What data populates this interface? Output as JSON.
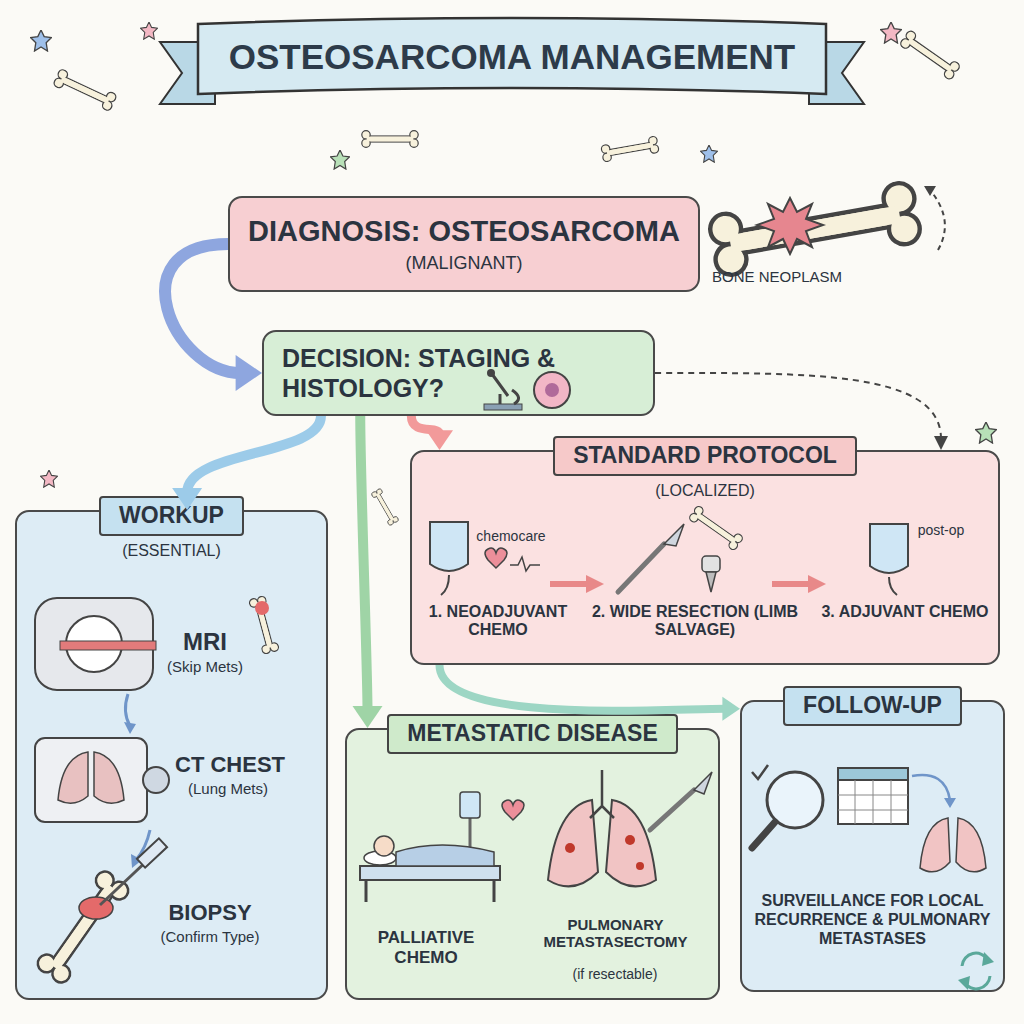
{
  "diagram": {
    "title": "OSTEOSARCOMA MANAGEMENT",
    "nodes": [
      {
        "text": [
          "DIAGNOSIS: OSTEOSARCOMA",
          "(MALIGNANT)"
        ]
      },
      {
        "text": [
          "DECISION: STAGING & HISTOLOGY?"
        ]
      },
      {
        "text": [
          "WORKUP",
          "(ESSENTIAL)"
        ]
      },
      {
        "text": [
          "STANDARD PROTOCOL",
          "(LOCALIZED)"
        ]
      },
      {
        "text": [
          "METASTATIC DISEASE"
        ]
      },
      {
        "text": [
          "FOLLOW-UP",
          "SURVEILLANCE FOR LOCAL RECURRENCE & PULMONARY METASTASES"
        ]
      }
    ],
    "edges": [
      {
        "from": 0,
        "to": 1,
        "arrow": "to"
      },
      {
        "from": 1,
        "to": 2,
        "arrow": "to"
      },
      {
        "from": 1,
        "to": 4,
        "arrow": "to"
      },
      {
        "from": 1,
        "to": 3,
        "arrow": "to"
      },
      {
        "from": 3,
        "to": 5,
        "arrow": "to"
      },
      {
        "from": 1,
        "to": 3,
        "arrow": "to"
      }
    ],
    "labels": [
      "BONE NEOPLASM",
      "MRI",
      "(Skip Mets)",
      "CT CHEST",
      "(Lung Mets)",
      "BIOPSY",
      "(Confirm Type)",
      "chemocare",
      "post-op",
      "1. NEOADJUVANT CHEMO",
      "2. WIDE RESECTION (LIMB SALVAGE)",
      "3. ADJUVANT CHEMO",
      "PALLIATIVE CHEMO",
      "PULMONARY METASTASECTOMY",
      "(if resectable)"
    ]
  }
}
